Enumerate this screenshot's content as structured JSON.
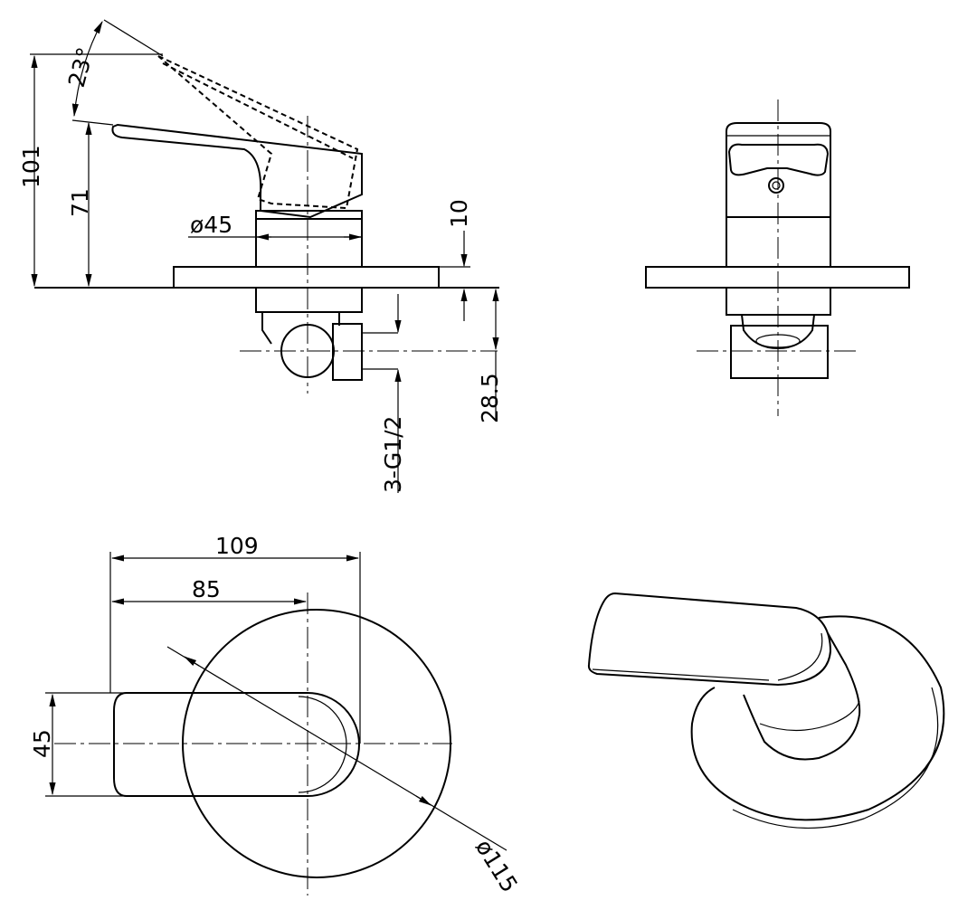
{
  "drawing": {
    "side_view": {
      "dim_height_total": "101",
      "dim_height_handle": "71",
      "dim_angle": "23°",
      "dim_body_diameter": "ø45",
      "dim_plate_thickness": "10",
      "dim_outlet_offset": "28.5",
      "dim_connection": "3-G1/2"
    },
    "top_view": {
      "dim_overall_length": "109",
      "dim_handle_reach": "85",
      "dim_handle_width": "45",
      "dim_plate_diameter": "ø115"
    }
  }
}
